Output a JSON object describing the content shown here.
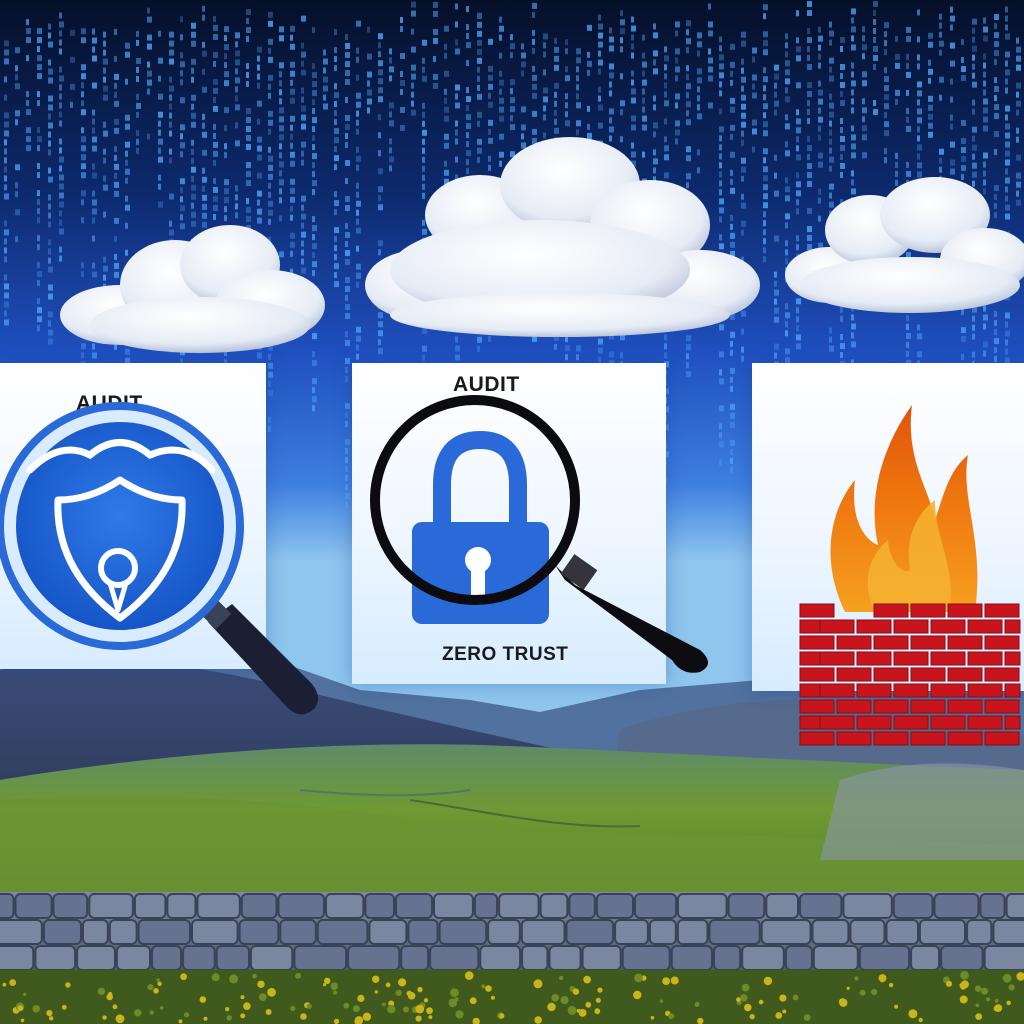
{
  "labels": {
    "left_audit": "AUDIT",
    "center_audit": "AUDIT",
    "zero_trust": "ZERO TRUST"
  },
  "icons": {
    "left": "magnifier-shield-keyhole-icon",
    "center": "magnifier-padlock-icon",
    "right": "firewall-flame-icon"
  },
  "colors": {
    "sky_top": "#06122e",
    "sky_mid": "#1f4fbf",
    "sky_horizon": "#8fc6ee",
    "binary_rain": "#4fa8ff",
    "shield_blue": "#1c5fd0",
    "padlock_blue": "#2a6ad8",
    "brick_red": "#c8141c",
    "flame_orange": "#f07a10",
    "grass_green": "#6f9a32",
    "stone_gray": "#6f7b92"
  }
}
